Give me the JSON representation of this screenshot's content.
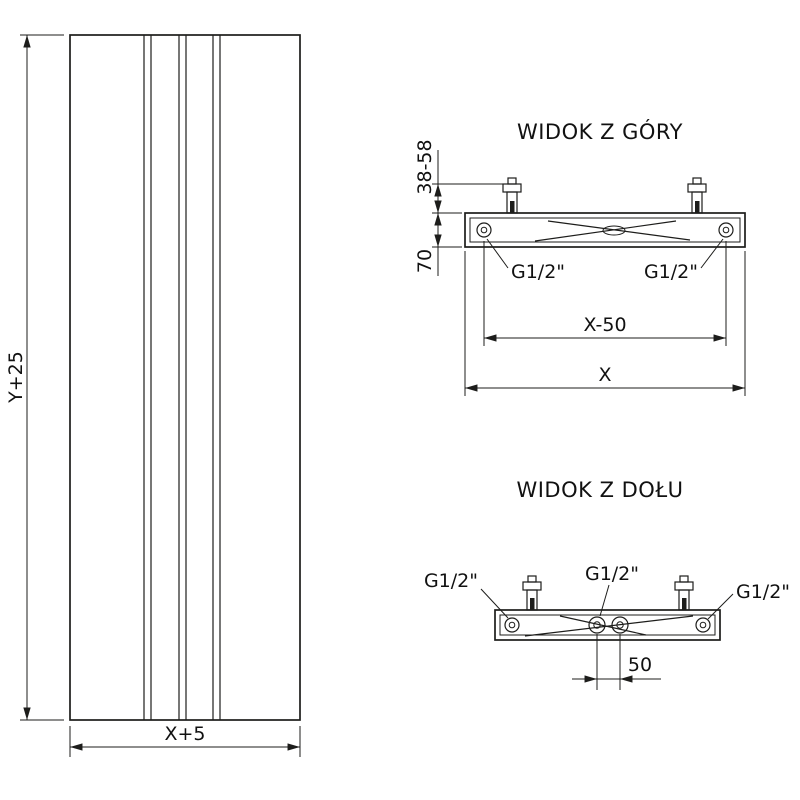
{
  "colors": {
    "line": "#1d1d1b",
    "ink": "#111111",
    "background": "#ffffff"
  },
  "front_view": {
    "dim_height": "Y+25",
    "dim_width": "X+5"
  },
  "top_view": {
    "title": "WIDOK Z GÓRY",
    "dim_bracket_offset": "38-58",
    "dim_depth": "70",
    "conn_left": "G1/2\"",
    "conn_right": "G1/2\"",
    "dim_connection_span": "X-50",
    "dim_total_width": "X"
  },
  "bottom_view": {
    "title": "WIDOK Z DOŁU",
    "conn_left": "G1/2\"",
    "conn_center": "G1/2\"",
    "conn_right": "G1/2\"",
    "dim_center_spacing": "50"
  }
}
